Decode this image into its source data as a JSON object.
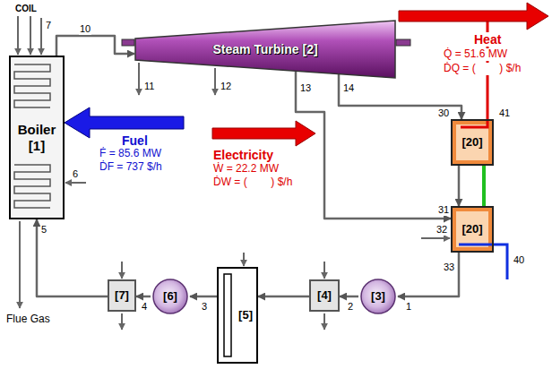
{
  "diagram": {
    "nodes": [
      {
        "text": [
          "Boiler [1]"
        ]
      },
      {
        "text": [
          "Steam Turbine [2]"
        ]
      },
      {
        "text": [
          "[20]"
        ]
      },
      {
        "text": [
          "[20]"
        ]
      },
      {
        "text": [
          "[7]"
        ]
      },
      {
        "text": [
          "[6]"
        ]
      },
      {
        "text": [
          "[5]"
        ]
      },
      {
        "text": [
          "[4]"
        ]
      },
      {
        "text": [
          "[3]"
        ]
      }
    ],
    "edges": [
      {
        "from": 0,
        "to": 1,
        "arrow": "to"
      },
      {
        "from": 1,
        "to": 2,
        "arrow": "to"
      },
      {
        "from": 1,
        "to": 3,
        "arrow": "to"
      },
      {
        "from": 2,
        "to": 3,
        "arrow": "to"
      },
      {
        "from": 3,
        "to": 2,
        "arrow": "none"
      },
      {
        "from": 3,
        "to": 8,
        "arrow": "to"
      },
      {
        "from": 8,
        "to": 7,
        "arrow": "to"
      },
      {
        "from": 7,
        "to": 6,
        "arrow": "to"
      },
      {
        "from": 6,
        "to": 5,
        "arrow": "to"
      },
      {
        "from": 5,
        "to": 4,
        "arrow": "to"
      },
      {
        "from": 4,
        "to": 0,
        "arrow": "to"
      }
    ],
    "labels": [
      "COIL",
      "7",
      "10",
      "11",
      "12",
      "13",
      "14",
      "Heat",
      "Q̇ = 51.6 MW",
      "ḊQ = (        ) $/h",
      "Fuel",
      "Ḟ = 85.6 MW",
      "ḊF = 737 $/h",
      "Electricity",
      "Ẇ = 22.2 MW",
      "ḊW = (        ) $/h",
      "6",
      "30",
      "41",
      "31",
      "32",
      "33",
      "40",
      "5",
      "Flue Gas",
      "4",
      "3",
      "2",
      "1"
    ]
  }
}
